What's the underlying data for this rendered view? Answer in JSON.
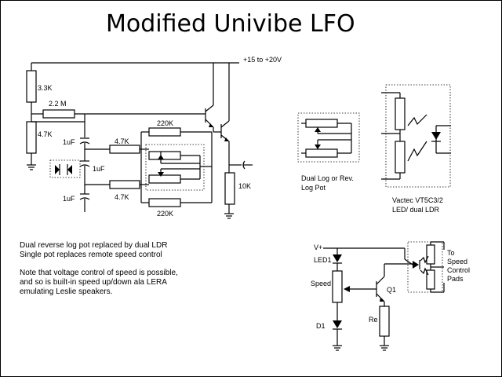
{
  "title": "Modified Univibe LFO",
  "supply_label": "+15 to +20V",
  "labels": {
    "r_top": "3.3K",
    "r_feedback": "2.2 M",
    "r_bottom": "4.7K",
    "c_upper": "1uF",
    "c_mid": "1uF",
    "c_lower": "1uF",
    "r_upper_series": "4.7K",
    "r_lower_series": "4.7K",
    "r_upper_220": "220K",
    "r_lower_220": "220K",
    "r_emitter": "10K",
    "pot_caption_1": "Dual Log or Rev.",
    "pot_caption_2": "Log Pot",
    "ldr_caption_1": "Vactec VT5C3/2",
    "ldr_caption_2": "LED/ dual LDR",
    "vplus": "V+",
    "led1": "LED1",
    "speed": "Speed",
    "q1": "Q1",
    "d1": "D1",
    "re": "Re",
    "pads_1": "To",
    "pads_2": "Speed",
    "pads_3": "Control",
    "pads_4": "Pads"
  },
  "notes": [
    "Dual reverse log pot replaced by dual LDR",
    "Single pot replaces remote speed control",
    "Note that voltage control of speed is possible,",
    "and so is built-in speed up/down ala LERA",
    "emulating Leslie speakers."
  ]
}
